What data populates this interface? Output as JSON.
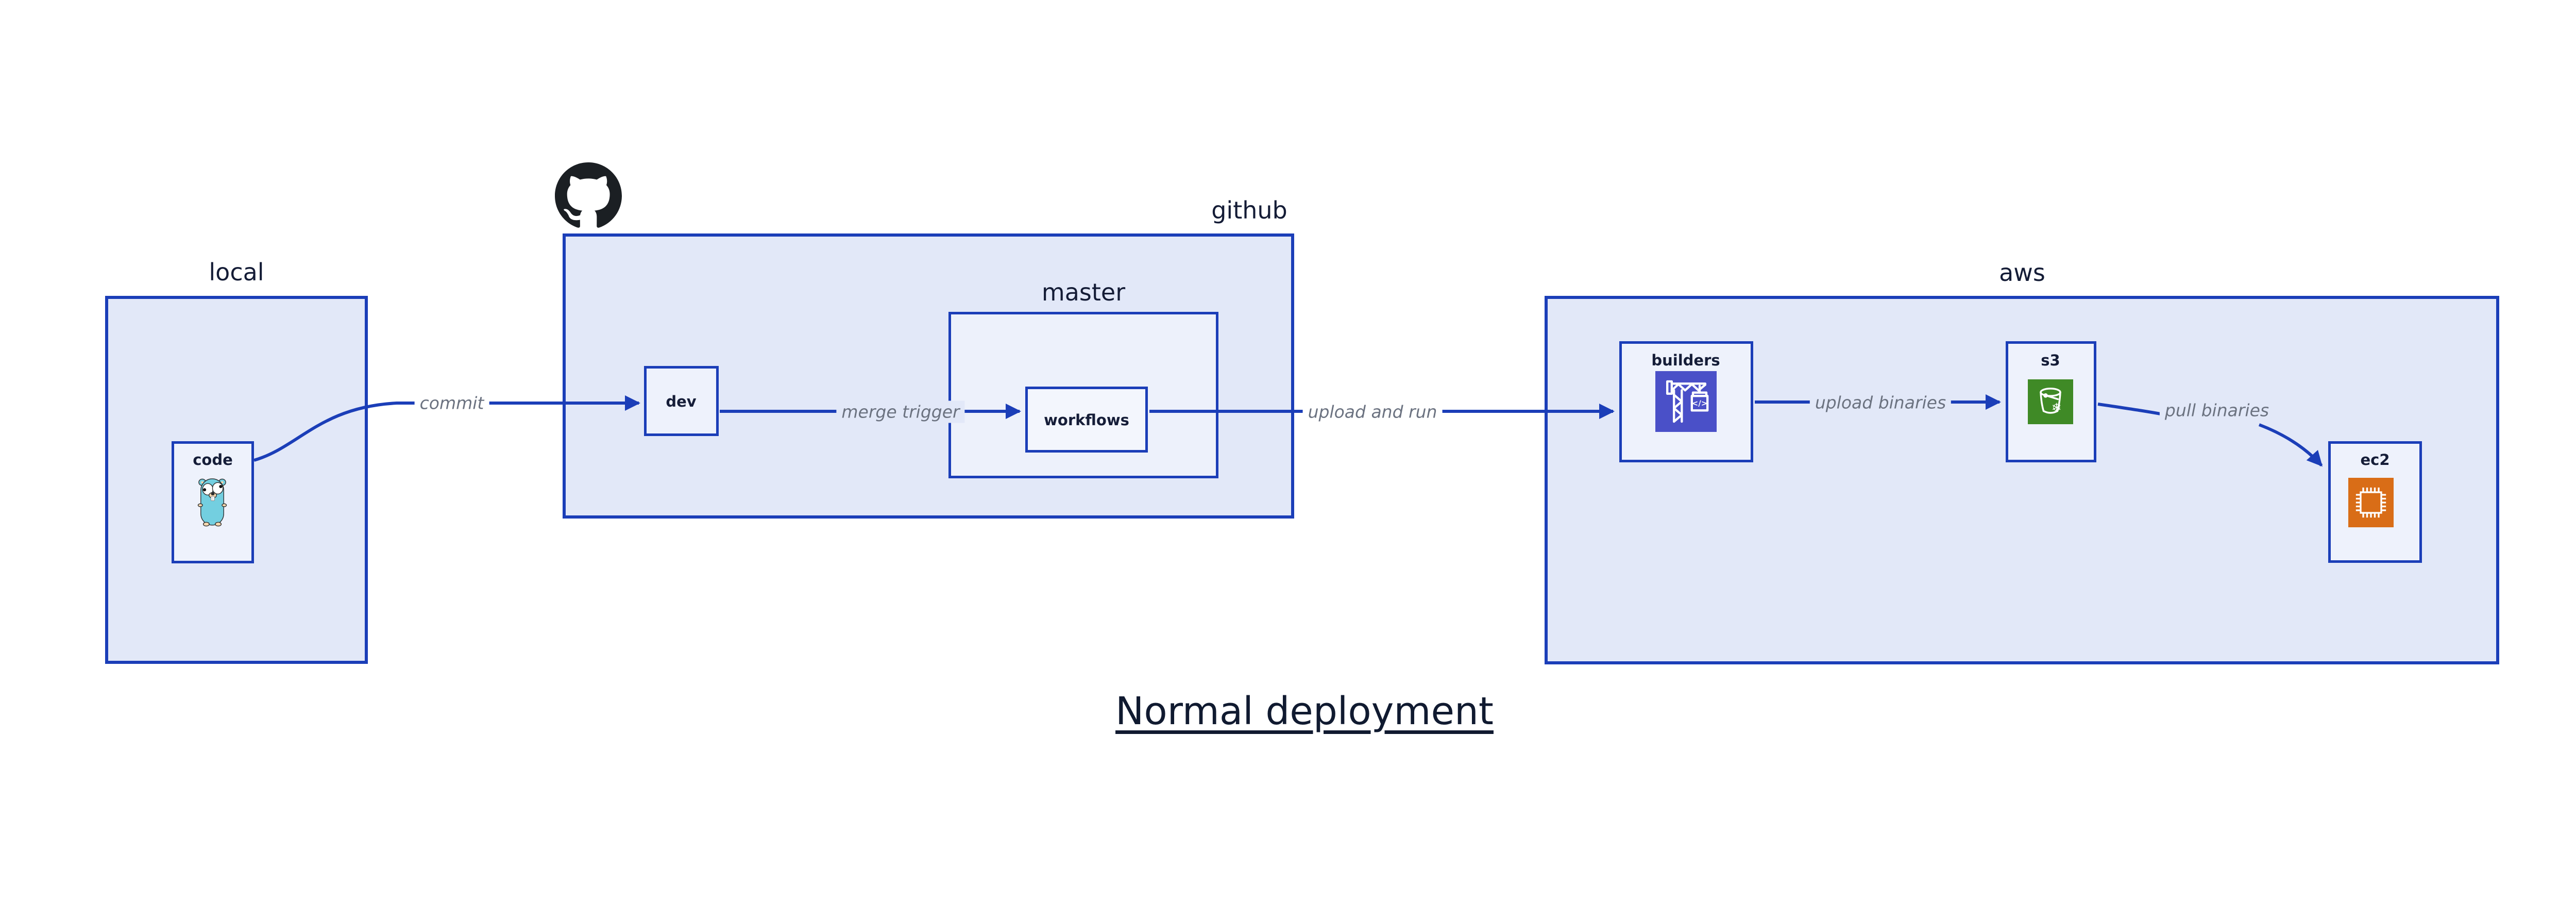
{
  "title": {
    "text": "Normal deployment"
  },
  "containers": {
    "local": {
      "label": "local"
    },
    "github": {
      "label": "github"
    },
    "master": {
      "label": "master"
    },
    "aws": {
      "label": "aws"
    }
  },
  "nodes": {
    "code": {
      "label": "code",
      "icon": "go-gopher-icon"
    },
    "dev": {
      "label": "dev"
    },
    "workflows": {
      "label": "workflows"
    },
    "builders": {
      "label": "builders",
      "icon": "codebuild-crane-icon"
    },
    "s3": {
      "label": "s3",
      "icon": "s3-glacier-bucket-icon"
    },
    "ec2": {
      "label": "ec2",
      "icon": "ec2-chip-icon"
    }
  },
  "edges": [
    {
      "from": "code",
      "to": "dev",
      "label": "commit"
    },
    {
      "from": "dev",
      "to": "workflows",
      "label": "merge trigger"
    },
    {
      "from": "workflows",
      "to": "builders",
      "label": "upload and run"
    },
    {
      "from": "builders",
      "to": "s3",
      "label": "upload binaries"
    },
    {
      "from": "s3",
      "to": "ec2",
      "label": "pull binaries"
    }
  ],
  "icons": {
    "octocat": "github-octocat-logo",
    "builders_crate_code": "</>",
    "snowflake": "❄"
  },
  "colors": {
    "line_blue": "#1b3eb8",
    "container_fill": "#e2e8f8",
    "node_fill": "#eef2fc",
    "builders_indigo": "#4a50c8",
    "s3_green": "#3f8a26",
    "ec2_orange": "#d96d17",
    "label_gray": "#6b7280",
    "text_navy": "#141c36",
    "octocat_black": "#1b1f23",
    "gopher_teal": "#73cfe0"
  }
}
